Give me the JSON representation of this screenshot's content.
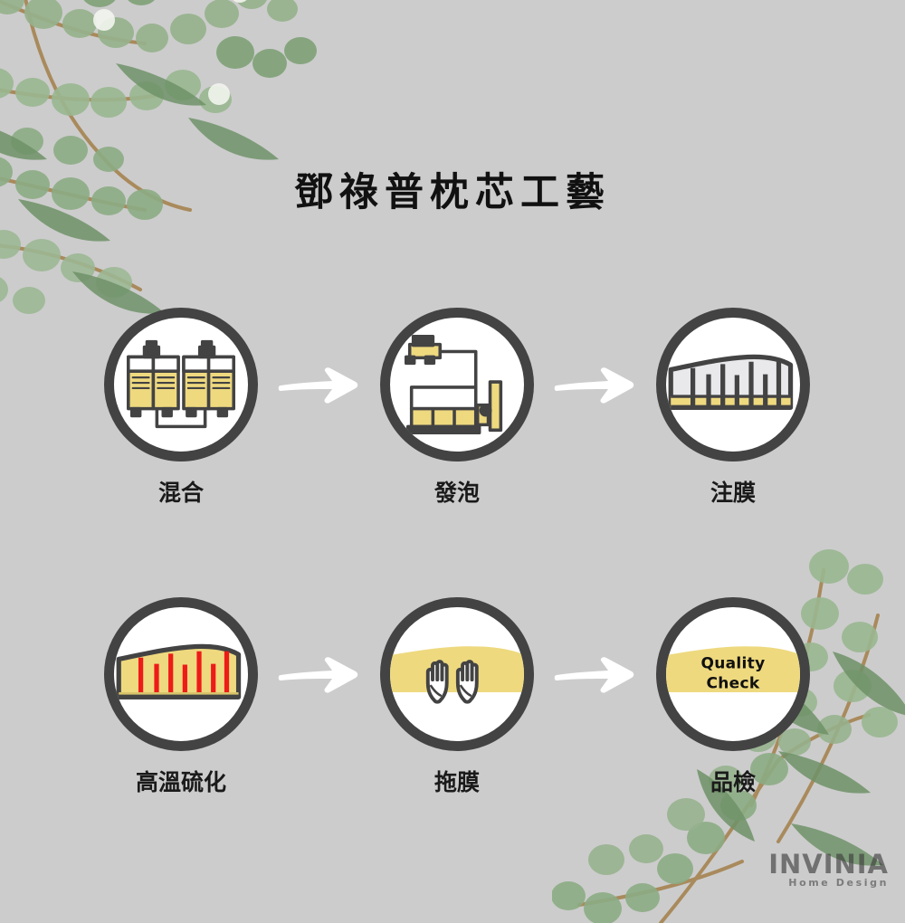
{
  "page": {
    "background_color": "#cccccc",
    "title": "鄧祿普枕芯工藝"
  },
  "colors": {
    "background": "#cccccc",
    "circle_outline": "#434343",
    "circle_fill": "#ffffff",
    "accent_yellow": "#eed97f",
    "accent_yellow_dark": "#e3c75f",
    "heat_red": "#ee1b18",
    "arrow": "#ffffff",
    "text_dark": "#1a1a1a",
    "leaf_green": "#93ae8b",
    "leaf_green_dark": "#6f9268",
    "branch_brown": "#a98a5c"
  },
  "flow": {
    "rows": [
      {
        "steps": [
          {
            "label": "混合",
            "icon": "mixing-tanks-icon",
            "arrow_after": true
          },
          {
            "label": "發泡",
            "icon": "foaming-machine-icon",
            "arrow_after": true
          },
          {
            "label": "注膜",
            "icon": "mold-injection-icon",
            "arrow_after": false
          }
        ]
      },
      {
        "steps": [
          {
            "label": "高溫硫化",
            "icon": "vulcanization-icon",
            "arrow_after": true
          },
          {
            "label": "拖膜",
            "icon": "demolding-hands-icon",
            "arrow_after": true
          },
          {
            "label": "品檢",
            "icon": "quality-check-icon",
            "arrow_after": false
          }
        ]
      }
    ]
  },
  "quality_check": {
    "line1": "Quality",
    "line2": "Check"
  },
  "brand": {
    "name": "INVINIA",
    "tagline": "Home Design"
  }
}
